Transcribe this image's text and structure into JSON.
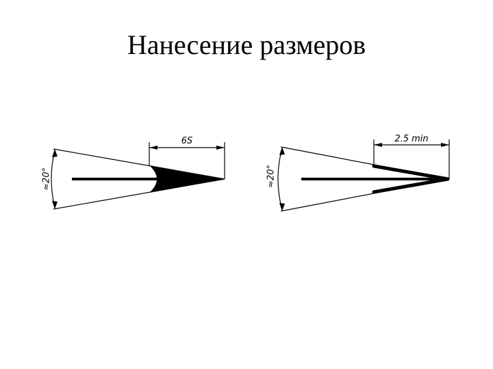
{
  "slide": {
    "title": "Нанесение размеров"
  },
  "left_figure": {
    "length_label": "6S",
    "angle_label": "≈20°"
  },
  "right_figure": {
    "length_label": "2.5 min",
    "angle_label": "≈20°"
  },
  "colors": {
    "ink": "#000000",
    "background": "#ffffff"
  }
}
